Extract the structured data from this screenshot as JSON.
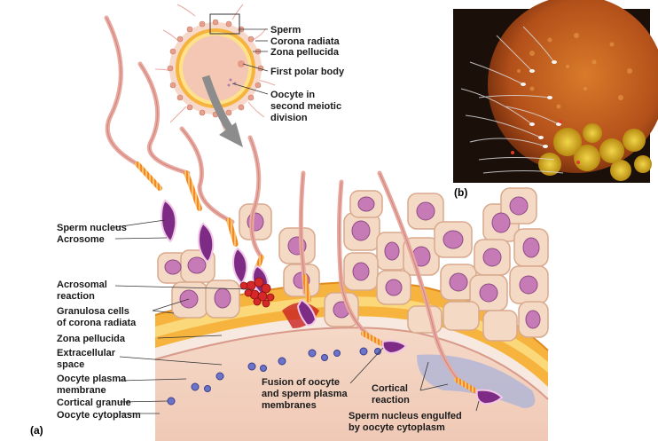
{
  "panel_labels": {
    "a": "(a)",
    "b": "(b)"
  },
  "inset_labels": {
    "sperm": "Sperm",
    "corona_radiata": "Corona radiata",
    "zona_pellucida": "Zona pellucida",
    "first_polar_body": "First polar body",
    "oocyte_line1": "Oocyte in",
    "oocyte_line2": "second meiotic",
    "oocyte_line3": "division"
  },
  "left_labels": {
    "sperm_nucleus": "Sperm nucleus",
    "acrosome": "Acrosome",
    "acrosomal_reaction_line1": "Acrosomal",
    "acrosomal_reaction_line2": "reaction",
    "granulosa_line1": "Granulosa cells",
    "granulosa_line2": "of corona radiata",
    "zona_pellucida": "Zona pellucida",
    "extracellular_line1": "Extracellular",
    "extracellular_line2": "space",
    "oocyte_membrane_line1": "Oocyte plasma",
    "oocyte_membrane_line2": "membrane",
    "cortical_granule": "Cortical granule",
    "oocyte_cytoplasm": "Oocyte cytoplasm"
  },
  "bottom_labels": {
    "fusion_line1": "Fusion of oocyte",
    "fusion_line2": "and sperm plasma",
    "fusion_line3": "membranes",
    "cortical_line1": "Cortical",
    "cortical_line2": "reaction",
    "engulfed_line1": "Sperm nucleus engulfed",
    "engulfed_line2": "by oocyte cytoplasm"
  },
  "colors": {
    "cytoplasm": "#f3d3c2",
    "zona": "#f6b33e",
    "zona_inner": "#fde28a",
    "granulosa_cell": "#f4d9c4",
    "granulosa_nucleus": "#c77bb6",
    "sperm_head": "#7e2b86",
    "acrosome_reaction": "#d62828",
    "photo_egg": "#c55f1c",
    "photo_bg": "#1b0f0a"
  }
}
